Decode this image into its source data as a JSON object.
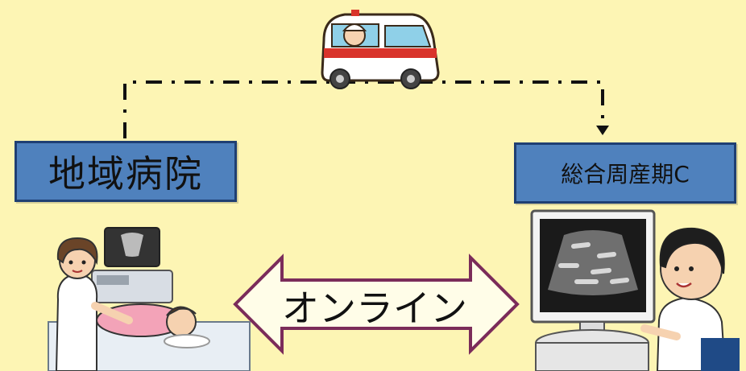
{
  "local_hospital": {
    "label": "地域病院"
  },
  "perinatal_center": {
    "label": "総合周産期C"
  },
  "link": {
    "label": "オンライン"
  },
  "colors": {
    "box_fill": "#4f81bd",
    "box_border": "#1f3f73",
    "arrow": "#7b2c5a",
    "background": "#fdf5b4"
  },
  "icons": [
    "ambulance-icon",
    "doctor-ultrasound-icon",
    "ultrasound-monitor-icon",
    "doctor-icon",
    "patient-icon"
  ]
}
